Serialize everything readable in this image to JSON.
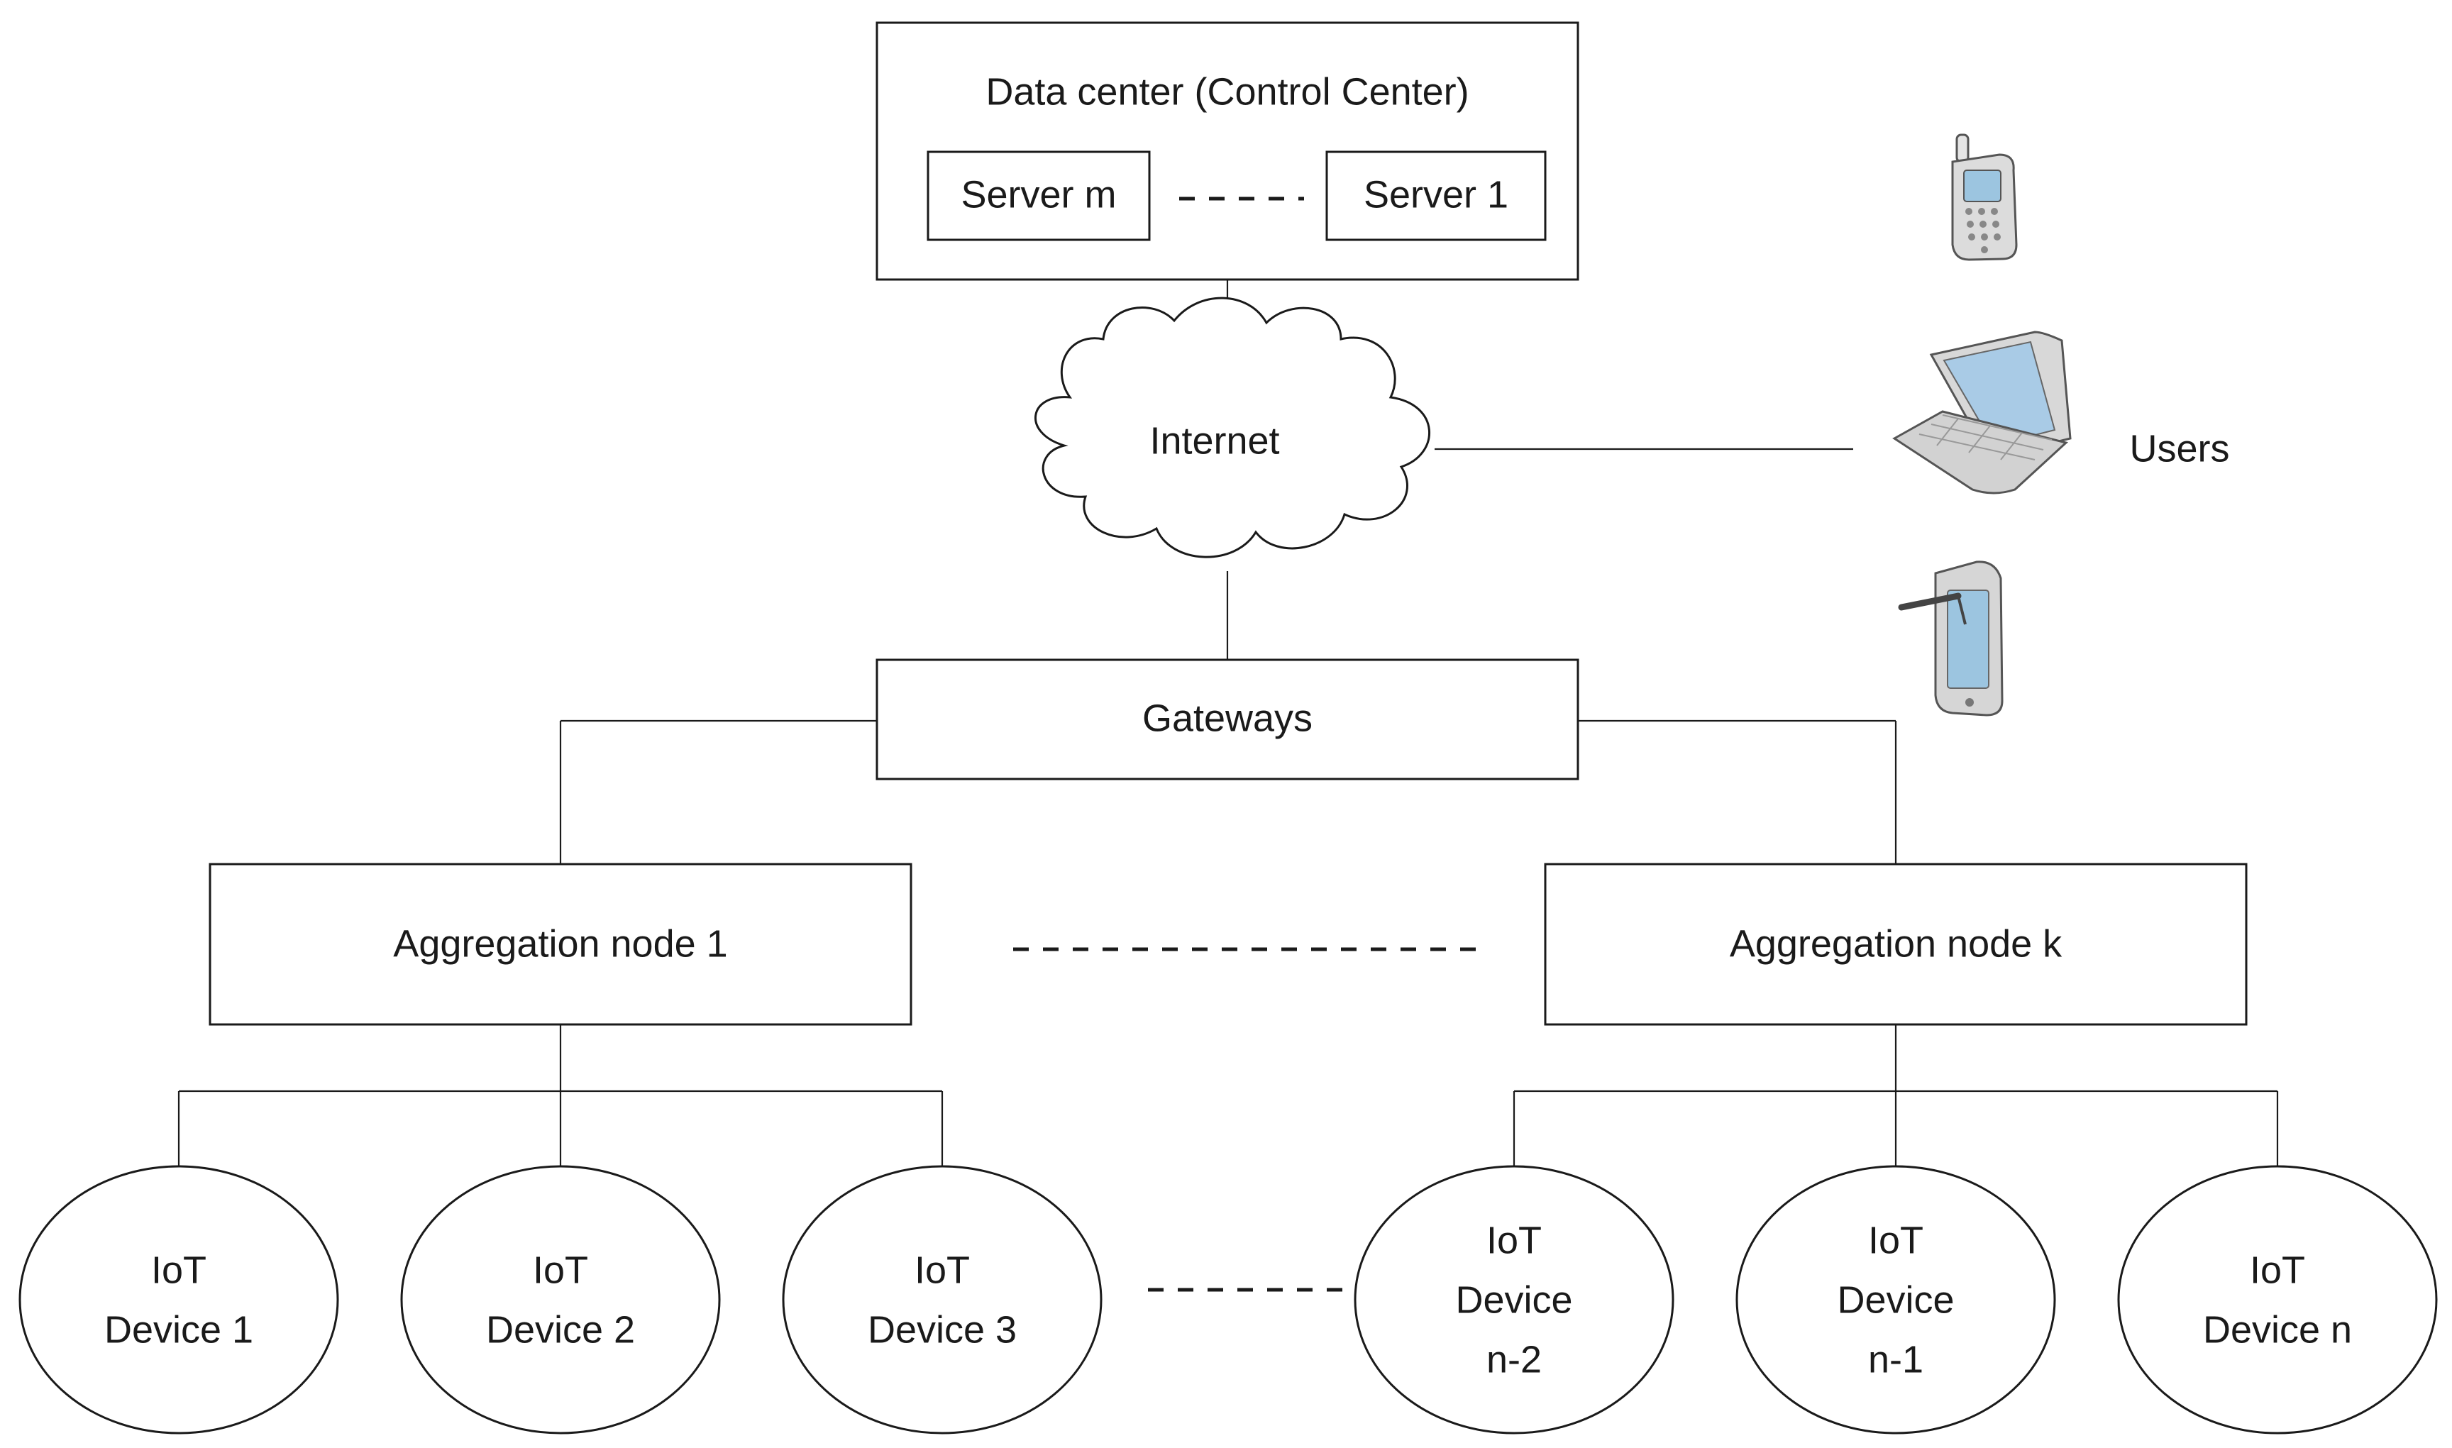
{
  "data_center": {
    "title": "Data center (Control Center)",
    "servers": [
      "Server m",
      "Server 1"
    ]
  },
  "internet": {
    "label": "Internet"
  },
  "users": {
    "label": "Users",
    "devices": [
      "mobile-phone-icon",
      "laptop-icon",
      "tablet-icon"
    ]
  },
  "gateways": {
    "label": "Gateways"
  },
  "aggregation_nodes": [
    "Aggregation node 1",
    "Aggregation node k"
  ],
  "devices": [
    [
      "IoT",
      "Device 1"
    ],
    [
      "IoT",
      "Device 2"
    ],
    [
      "IoT",
      "Device 3"
    ],
    [
      "IoT",
      "Device",
      "n-2"
    ],
    [
      "IoT",
      "Device",
      "n-1"
    ],
    [
      "IoT",
      "Device n"
    ]
  ]
}
